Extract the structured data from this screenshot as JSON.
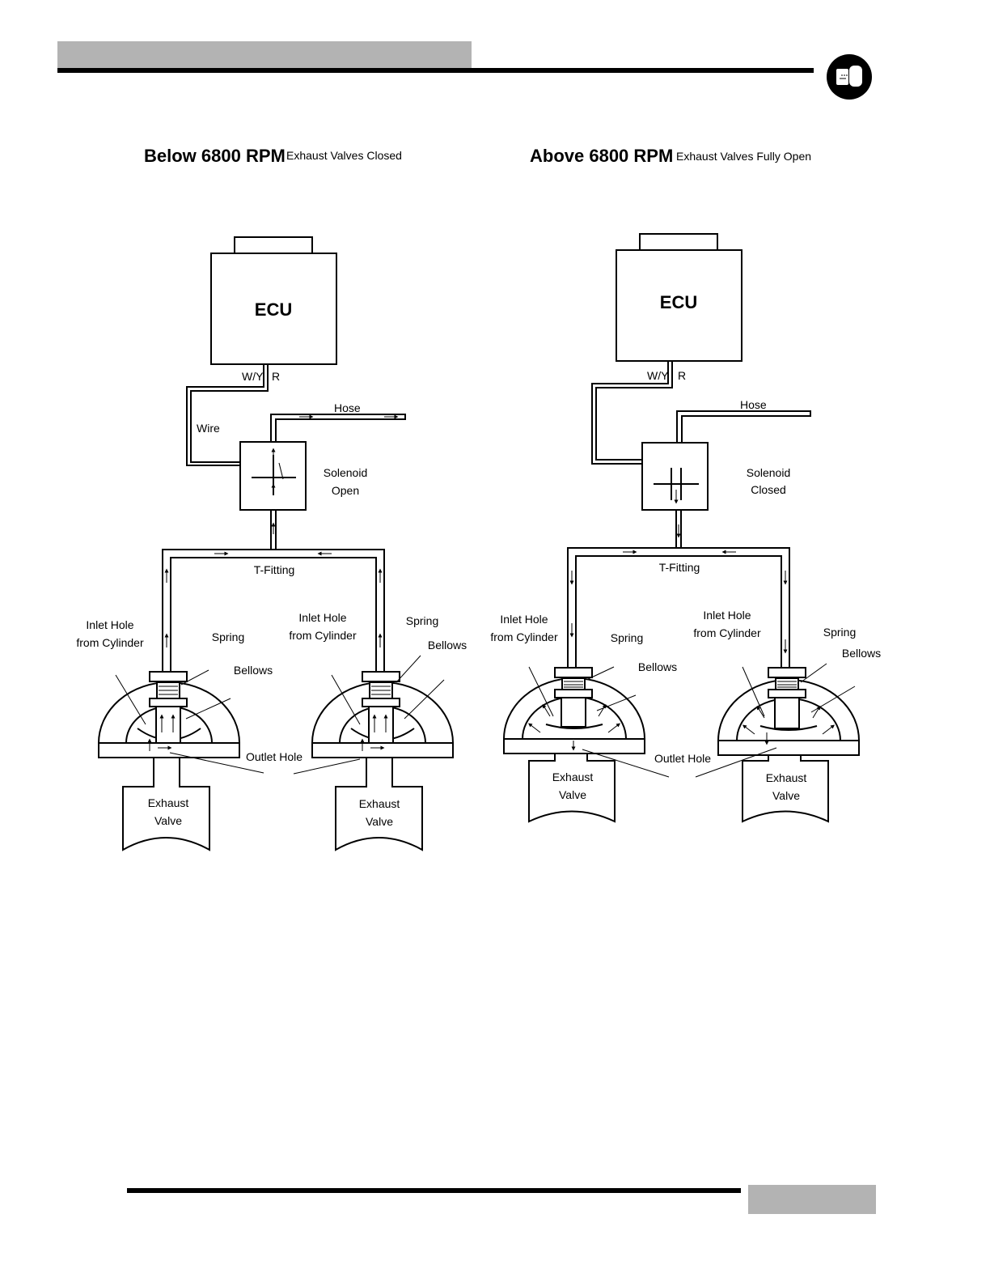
{
  "colors": {
    "ink": "#000000",
    "header_gray": "#b3b3b3"
  },
  "icons": {
    "header_badge": "manual-section-badge-icon"
  },
  "left": {
    "title": "Below 6800 RPM",
    "subtitle": "Exhaust Valves Closed",
    "ecu": "ECU",
    "wire_wy": "W/Y",
    "wire_r": "R",
    "hose": "Hose",
    "wire": "Wire",
    "solenoid_1": "Solenoid",
    "solenoid_2": "Open",
    "t_fitting": "T-Fitting",
    "inlet_l_1": "Inlet Hole",
    "inlet_l_2": "from Cylinder",
    "spring_l": "Spring",
    "bellows_l": "Bellows",
    "inlet_r_1": "Inlet Hole",
    "inlet_r_2": "from Cylinder",
    "spring_r": "Spring",
    "bellows_r": "Bellows",
    "outlet": "Outlet Hole",
    "exhaust_l_1": "Exhaust",
    "exhaust_l_2": "Valve",
    "exhaust_r_1": "Exhaust",
    "exhaust_r_2": "Valve"
  },
  "right": {
    "title": "Above 6800 RPM",
    "subtitle": "Exhaust Valves Fully Open",
    "ecu": "ECU",
    "wire_wy": "W/Y",
    "wire_r": "R",
    "hose": "Hose",
    "solenoid_1": "Solenoid",
    "solenoid_2": "Closed",
    "t_fitting": "T-Fitting",
    "inlet_l_1": "Inlet Hole",
    "inlet_l_2": "from Cylinder",
    "spring_l": "Spring",
    "bellows_l": "Bellows",
    "inlet_r_1": "Inlet Hole",
    "inlet_r_2": "from Cylinder",
    "spring_r": "Spring",
    "bellows_r": "Bellows",
    "outlet": "Outlet Hole",
    "exhaust_l_1": "Exhaust",
    "exhaust_l_2": "Valve",
    "exhaust_r_1": "Exhaust",
    "exhaust_r_2": "Valve"
  }
}
